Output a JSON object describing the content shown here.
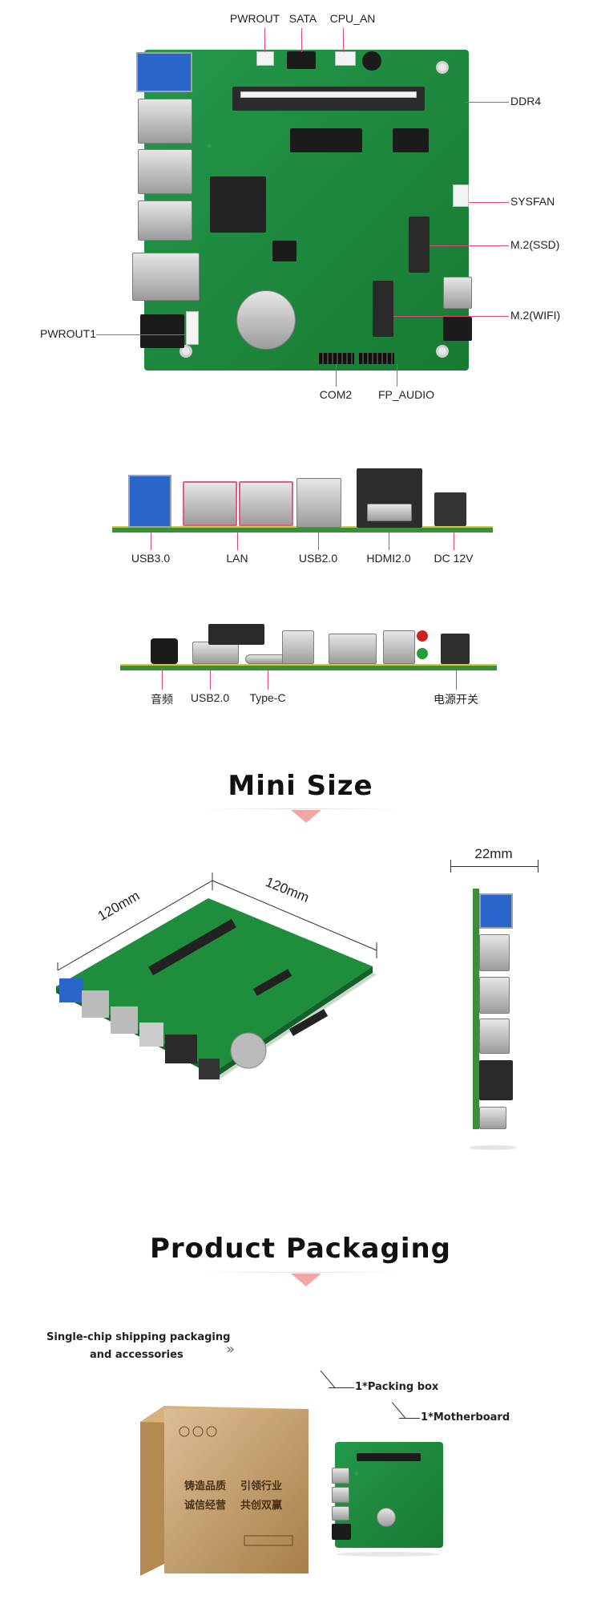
{
  "board_top_labels": {
    "pwrout": "PWROUT",
    "sata": "SATA",
    "cpu_fan": "CPU_AN",
    "ddr4": "DDR4",
    "sysfan": "SYSFAN",
    "m2_ssd": "M.2(SSD)",
    "m2_wifi": "M.2(WIFI)",
    "pwrout1": "PWROUT1",
    "com2": "COM2",
    "fp_audio": "FP_AUDIO"
  },
  "rear_io_labels": {
    "usb30": "USB3.0",
    "lan": "LAN",
    "usb20": "USB2.0",
    "hdmi": "HDMI2.0",
    "dc": "DC 12V"
  },
  "front_io_labels": {
    "audio": "音频",
    "usb20": "USB2.0",
    "typec": "Type-C",
    "power_switch": "电源开关"
  },
  "mini_size": {
    "title": "Mini Size",
    "width_label": "120mm",
    "depth_label": "120mm",
    "height_label": "22mm"
  },
  "packaging": {
    "title": "Product Packaging",
    "note_line1": "Single-chip shipping packaging",
    "note_line2": "and accessories",
    "packing_box": "1*Packing box",
    "motherboard": "1*Motherboard",
    "box_text_1": "铸造品质",
    "box_text_2": "引领行业",
    "box_text_3": "诚信经营",
    "box_text_4": "共创双赢"
  },
  "colors": {
    "accent_line": "#e0447a",
    "pcb_green": "#1f8e3c",
    "triangle": "#f3a6a6"
  }
}
